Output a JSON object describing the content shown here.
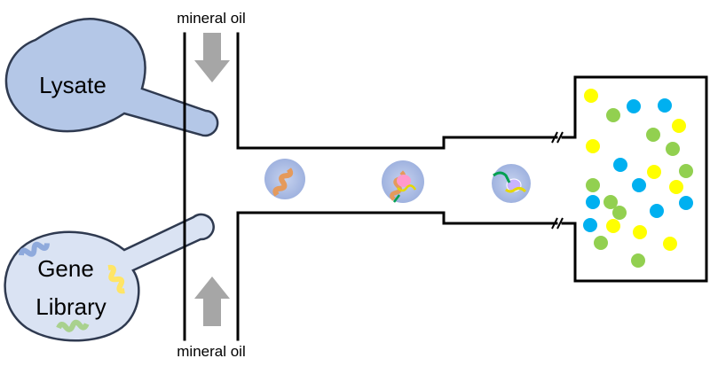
{
  "labels": {
    "oil_top": "mineral oil",
    "oil_bottom": "mineral oil",
    "lysate": "Lysate",
    "gene_line1": "Gene",
    "gene_line2": "Library"
  },
  "colors": {
    "lysate_fill": "#b4c7e7",
    "library_fill": "#dae3f3",
    "outline": "#2f3a50",
    "arrow": "#a6a6a6",
    "droplet": "#aebfe4",
    "dot_yellow": "#ffff00",
    "dot_green": "#92d050",
    "dot_blue": "#00b0f0",
    "gene_orange": "#e59a5c",
    "gene_yellow": "#ffe566",
    "gene_blue": "#8faadc",
    "gene_green": "#a9d18e",
    "protein_pink": "#ff99cc",
    "protein_purple": "#c9b3ff",
    "strand_green": "#00a050"
  },
  "droplets": [
    {
      "id": "droplet-gene",
      "contents": "gene-coil"
    },
    {
      "id": "droplet-expression",
      "contents": "gene-coil-with-protein"
    },
    {
      "id": "droplet-product",
      "contents": "protein-product"
    }
  ],
  "chamber_dots": [
    "yellow",
    "green",
    "blue",
    "blue",
    "yellow",
    "green",
    "yellow",
    "green",
    "blue",
    "yellow",
    "green",
    "green",
    "blue",
    "yellow",
    "green",
    "blue",
    "green",
    "blue",
    "yellow",
    "blue",
    "yellow",
    "green",
    "yellow",
    "green",
    "blue"
  ]
}
